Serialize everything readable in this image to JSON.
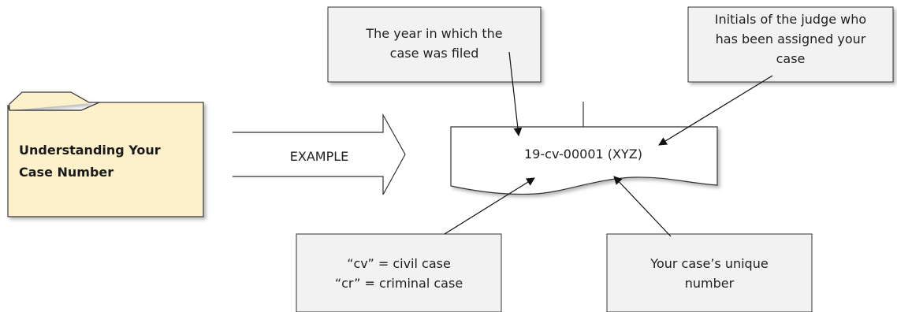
{
  "folder": {
    "title_line1": "Understanding Your",
    "title_line2": "Case Number"
  },
  "arrow": {
    "label": "EXAMPLE"
  },
  "document": {
    "case_number": "19-cv-00001 (XYZ)"
  },
  "callouts": {
    "year": {
      "line1": "The year in which the",
      "line2": "case was filed"
    },
    "judge": {
      "line1": "Initials of the judge who",
      "line2": "has been assigned your",
      "line3": "case"
    },
    "case_type": {
      "line1": "“cv” = civil case",
      "line2": "“cr” = criminal case"
    },
    "unique": {
      "line1": "Your case’s unique",
      "line2": "number"
    }
  },
  "colors": {
    "folder_fill": "#fdf1cc",
    "callout_fill": "#f2f2f2",
    "stroke": "#2b2b2b"
  }
}
